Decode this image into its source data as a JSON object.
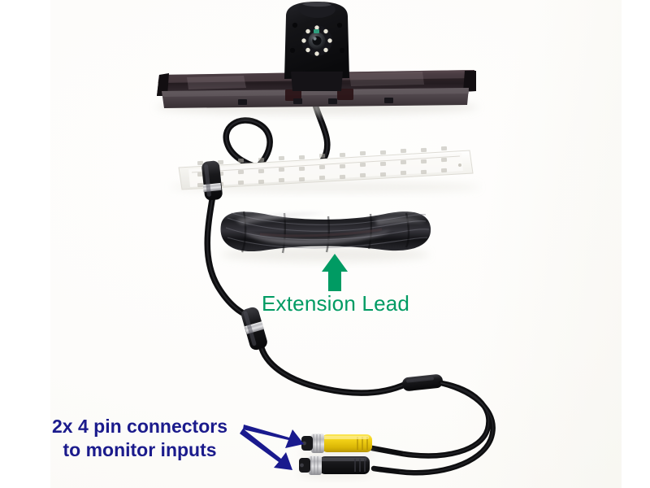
{
  "scene": {
    "kind": "product-photo",
    "subject": "brake-light-reverse-camera-kit",
    "background_color": "#fdfcfa",
    "canvas_color": "#ffffff"
  },
  "annotations": {
    "extension_lead": {
      "text": "Extension Lead",
      "color": "#009b63",
      "arrow": {
        "name": "green-up-arrow",
        "color": "#009b63",
        "direction": "up"
      }
    },
    "connectors": {
      "line1": "2x 4 pin connectors",
      "line2": "to monitor inputs",
      "color": "#1b1b8c",
      "arrows": [
        {
          "name": "blue-arrow-to-yellow-connector",
          "color": "#1a1a8e",
          "direction": "down-right"
        },
        {
          "name": "blue-arrow-to-black-connector",
          "color": "#1a1a8e",
          "direction": "down-right"
        }
      ]
    }
  },
  "parts": [
    {
      "id": "camera-module",
      "label": "camera-module",
      "color": "#121216"
    },
    {
      "id": "brake-light-bar",
      "label": "brake-light-housing-bar",
      "color": "#2b2226"
    },
    {
      "id": "led-reflector-strip",
      "label": "white-led-reflector-strip",
      "color": "#f4f3ef"
    },
    {
      "id": "coiled-extension-lead",
      "label": "coiled-extension-lead",
      "color": "#1a1a1c"
    },
    {
      "id": "inline-connector-upper",
      "label": "inline-connector-upper",
      "color": "#141416"
    },
    {
      "id": "inline-connector-mid",
      "label": "inline-connector-mid",
      "color": "#141416"
    },
    {
      "id": "cable-splitter",
      "label": "cable-splitter-junction",
      "color": "#121214"
    },
    {
      "id": "yellow-connector",
      "label": "yellow-4-pin-connector",
      "color": "#f2d116"
    },
    {
      "id": "black-connector",
      "label": "black-4-pin-connector",
      "color": "#151517"
    },
    {
      "id": "camera-cable",
      "label": "camera-cable",
      "color": "#111113"
    }
  ],
  "colors": {
    "green": "#009b63",
    "navy": "#1b1b8c",
    "yellow": "#f2d116",
    "chrome": "#c9c9cc",
    "black": "#121214"
  }
}
